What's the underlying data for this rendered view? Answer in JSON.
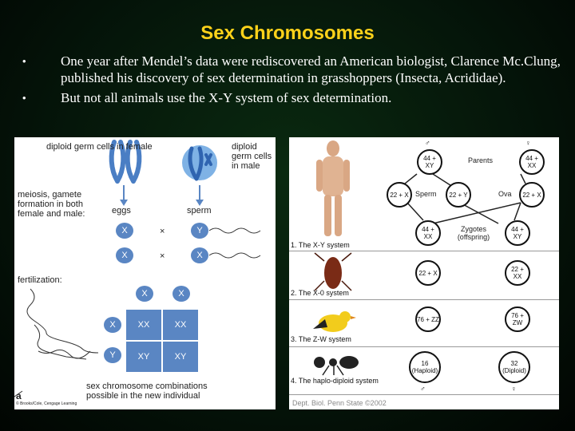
{
  "title": "Sex Chromosomes",
  "bullets": [
    {
      "marker": "•",
      "text": "One year after Mendel’s data were rediscovered an American biologist, Clarence Mc.Clung, published his discovery of sex determination in grasshoppers (Insecta, Acrididae)."
    },
    {
      "marker": "•",
      "text": "But not all animals use the X-Y system of sex determination."
    }
  ],
  "left_figure": {
    "diploid_female": "diploid germ cells in female",
    "diploid_male": "diploid germ cells in male",
    "meiosis": "meiosis, gamete formation in both female and male:",
    "eggs": "eggs",
    "sperm": "sperm",
    "gametes_row1": [
      "X",
      "×",
      "Y"
    ],
    "gametes_row2": [
      "X",
      "×",
      "X"
    ],
    "fertilization": "fertilization:",
    "punnett_top": [
      "X",
      "X"
    ],
    "punnett_side": [
      "X",
      "Y"
    ],
    "punnett_cells": [
      [
        "XX",
        "XX"
      ],
      [
        "XY",
        "XY"
      ]
    ],
    "combinations": "sex chromosome combinations possible in the new individual",
    "panel_letter": "a",
    "credit": "© Brooks/Cole, Cengage Learning"
  },
  "right_figure": {
    "parents": "Parents",
    "sperm": "Sperm",
    "ova": "Ova",
    "zygotes": "Zygotes (offspring)",
    "male_symbol": "♂",
    "female_symbol": "♀",
    "systems": [
      {
        "label": "1. The X-Y system",
        "male": "44 + XY",
        "female": "44 + XX",
        "sperm1": "22 + X",
        "sperm2": "22 + Y",
        "ova": "22 + X",
        "zyg_f": "44 + XX",
        "zyg_m": "44 + XY"
      },
      {
        "label": "2. The X-0 system",
        "male": "22 + X",
        "female": "22 + XX"
      },
      {
        "label": "3. The Z-W system",
        "male": "76 + ZZ",
        "female": "76 + ZW"
      },
      {
        "label": "4. The haplo-diploid system",
        "male": "16 (Haploid)",
        "female": "32 (Diploid)"
      }
    ],
    "credit": "Dept. Biol. Penn State ©2002"
  }
}
